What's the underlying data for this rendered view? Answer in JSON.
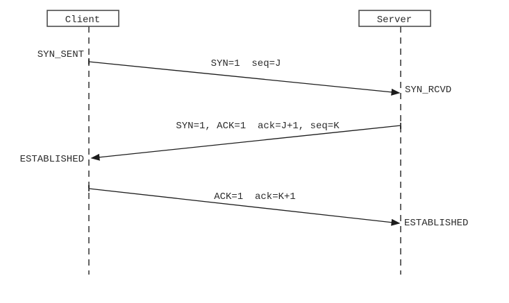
{
  "diagram": {
    "type": "sequence",
    "description": "TCP three-way handshake sequence diagram",
    "actors": [
      {
        "id": "client",
        "label": "Client"
      },
      {
        "id": "server",
        "label": "Server"
      }
    ],
    "states": [
      {
        "id": "syn-sent",
        "label": "SYN_SENT",
        "side": "client"
      },
      {
        "id": "syn-rcvd",
        "label": "SYN_RCVD",
        "side": "server"
      },
      {
        "id": "established-client",
        "label": "ESTABLISHED",
        "side": "client"
      },
      {
        "id": "established-server",
        "label": "ESTABLISHED",
        "side": "server"
      }
    ],
    "messages": [
      {
        "id": 1,
        "label": "SYN=1  seq=J",
        "from": "client",
        "to": "server"
      },
      {
        "id": 2,
        "label": "SYN=1, ACK=1  ack=J+1, seq=K",
        "from": "server",
        "to": "client"
      },
      {
        "id": 3,
        "label": "ACK=1  ack=K+1",
        "from": "client",
        "to": "server"
      }
    ],
    "colors": {
      "background": "#ffffff",
      "line": "#1c1c1c",
      "lifeline": "#636363",
      "box_border": "#4d4d4d",
      "text": "#2b2b2b"
    }
  }
}
